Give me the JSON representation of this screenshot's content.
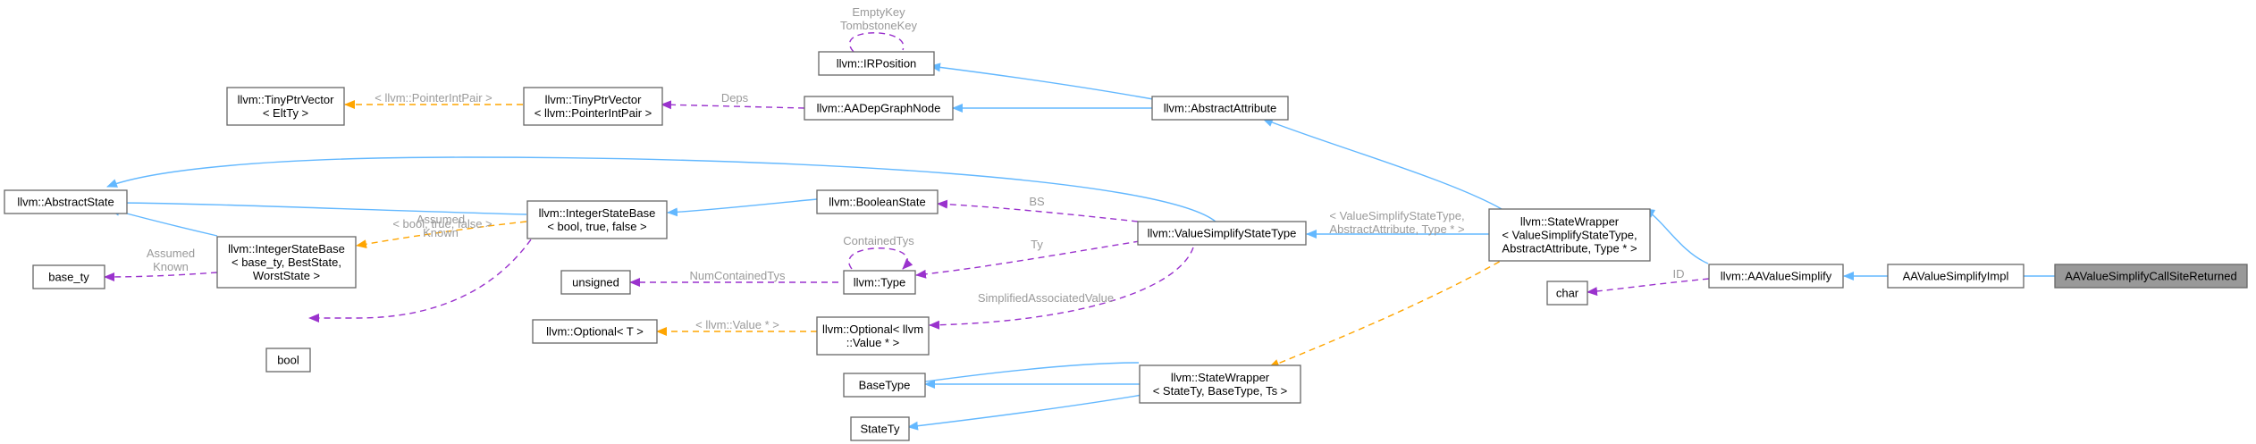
{
  "nodes": {
    "aavalue_simplify_call_site_returned": [
      "AAValueSimplifyCallSiteReturned"
    ],
    "aavalue_simplify_impl": [
      "AAValueSimplifyImpl"
    ],
    "aavalue_simplify": [
      "llvm::AAValueSimplify"
    ],
    "state_wrapper_vsst": [
      "llvm::StateWrapper",
      "< ValueSimplifyStateType,",
      "AbstractAttribute, Type * >"
    ],
    "char": [
      "char"
    ],
    "abstract_attribute": [
      "llvm::AbstractAttribute"
    ],
    "value_simplify_state_type": [
      "llvm::ValueSimplifyStateType"
    ],
    "state_wrapper_generic": [
      "llvm::StateWrapper",
      "< StateTy, BaseType, Ts >"
    ],
    "ir_position": [
      "llvm::IRPosition"
    ],
    "aadep_graph_node": [
      "llvm::AADepGraphNode"
    ],
    "tiny_ptr_vector_pip": [
      "llvm::TinyPtrVector",
      "< llvm::PointerIntPair >"
    ],
    "tiny_ptr_vector_eltty": [
      "llvm::TinyPtrVector",
      "< EltTy >"
    ],
    "abstract_state": [
      "llvm::AbstractState"
    ],
    "integer_state_base_bool": [
      "llvm::IntegerStateBase",
      "< bool, true, false >"
    ],
    "integer_state_base_generic": [
      "llvm::IntegerStateBase",
      "< base_ty, BestState,",
      "WorstState >"
    ],
    "base_ty": [
      "base_ty"
    ],
    "bool": [
      "bool"
    ],
    "boolean_state": [
      "llvm::BooleanState"
    ],
    "type": [
      "llvm::Type"
    ],
    "unsigned": [
      "unsigned"
    ],
    "optional_value": [
      "llvm::Optional< llvm",
      "::Value * >"
    ],
    "optional_t": [
      "llvm::Optional< T >"
    ],
    "base_type": [
      "BaseType"
    ],
    "state_ty": [
      "StateTy"
    ]
  },
  "edge_labels": {
    "empty_key": [
      "EmptyKey",
      "TombstoneKey"
    ],
    "deps": [
      "Deps"
    ],
    "pointer_int_pair": [
      "< llvm::PointerIntPair >"
    ],
    "bs": [
      "BS"
    ],
    "bool_true_false": [
      "< bool, true, false >"
    ],
    "assumed_known_left": [
      "Assumed",
      "Known"
    ],
    "assumed_known_bool": [
      "Assumed",
      "Known"
    ],
    "contained_tys": [
      "ContainedTys"
    ],
    "ty": [
      "Ty"
    ],
    "num_contained_tys": [
      "NumContainedTys"
    ],
    "simplified_associated_value": [
      "SimplifiedAssociatedValue"
    ],
    "llvm_value_ptr": [
      "< llvm::Value * >"
    ],
    "vsst_template_args": [
      "< ValueSimplifyStateType,",
      "AbstractAttribute, Type * >"
    ],
    "id": [
      "ID"
    ]
  },
  "colors": {
    "inheritance": "#63b8ff",
    "usage": "#9a32cd",
    "template": "#ffa500",
    "root_fill": "#999999",
    "label": "#9a9a9a"
  }
}
